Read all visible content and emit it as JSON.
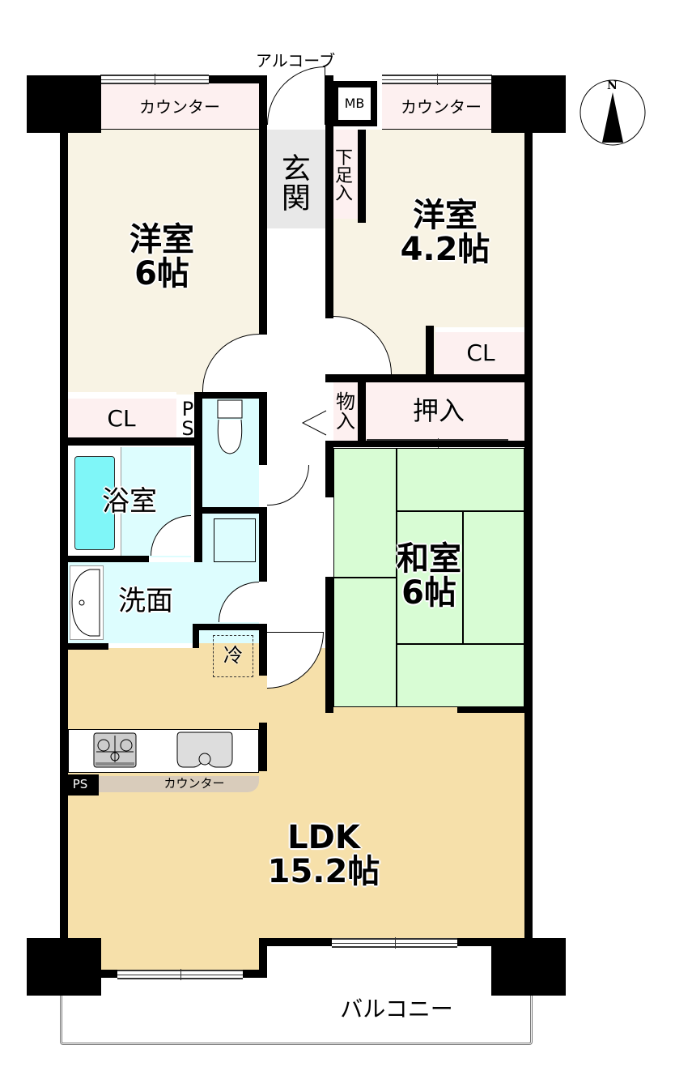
{
  "colors": {
    "wall": "#000000",
    "western_room": "#F8F3E4",
    "storage": "#FDF0F0",
    "genkan": "#E8E8E8",
    "wet_area": "#DDFDFE",
    "bathtub": "#7FF6F8",
    "japanese_room": "#D8FCD4",
    "ldk": "#F6E0AA",
    "counter_strip": "#D9CCBB"
  },
  "labels": {
    "alcove": "アルコーブ",
    "counter_top_left": "カウンター",
    "counter_top_right": "カウンター",
    "mb": "MB",
    "genkan": "玄関",
    "shoe_storage": [
      "下",
      "足",
      "入"
    ],
    "room_western_left": {
      "name": "洋室",
      "size": "6帖"
    },
    "room_western_right": {
      "name": "洋室",
      "size": "4.2帖"
    },
    "cl_left": "CL",
    "cl_right": "CL",
    "ps_vertical": [
      "P",
      "S"
    ],
    "storage_small": [
      "物",
      "入"
    ],
    "oshiire": "押入",
    "bathroom": "浴室",
    "washroom": "洗面",
    "fridge": "冷",
    "room_japanese": {
      "name": "和室",
      "size": "6帖"
    },
    "kitchen_ps": "PS",
    "kitchen_counter": "カウンター",
    "ldk": {
      "name": "LDK",
      "size": "15.2帖"
    },
    "balcony": "バルコニー",
    "compass": "N"
  }
}
